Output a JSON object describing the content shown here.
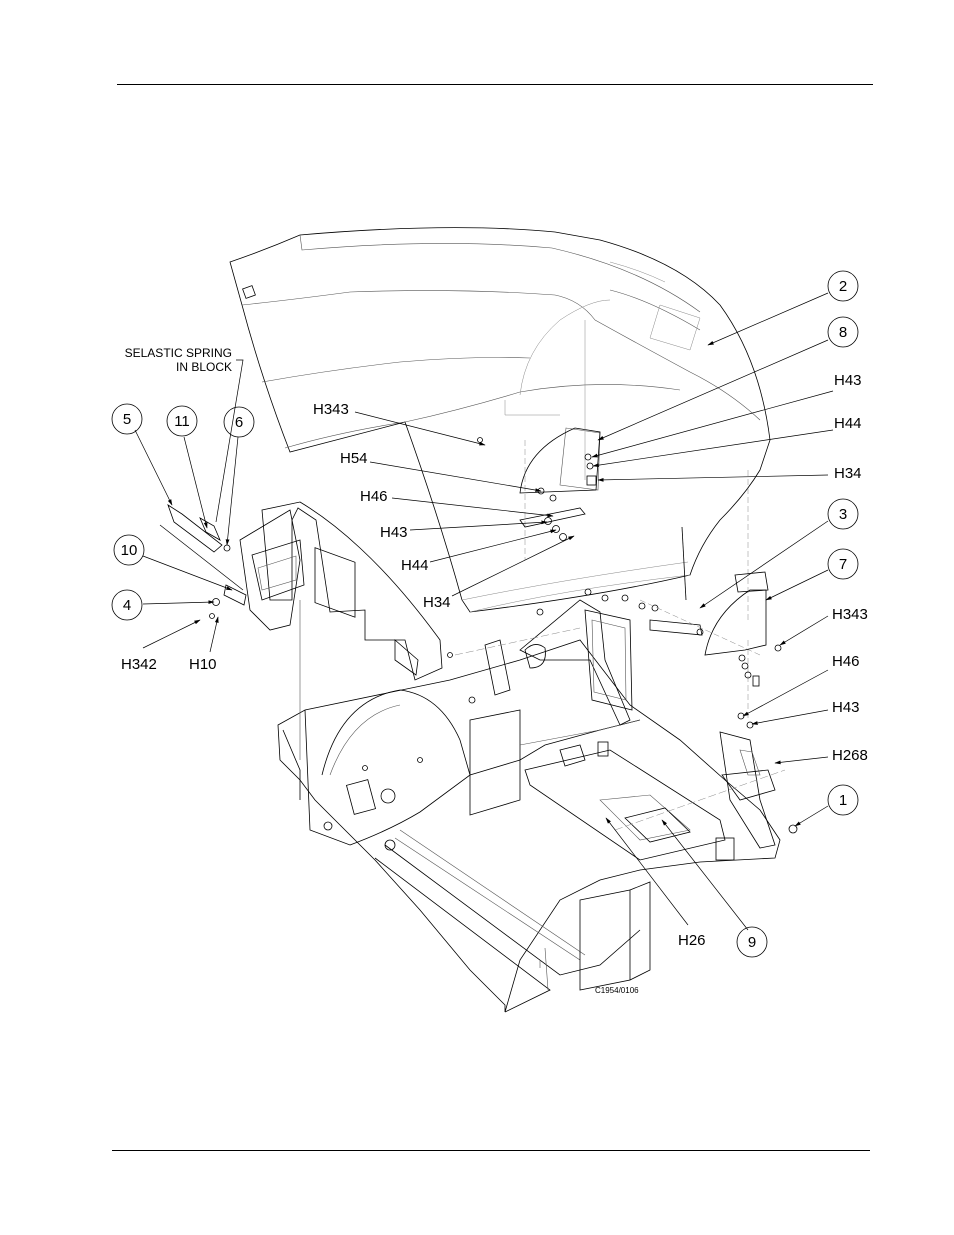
{
  "diagram": {
    "note_lines": [
      "SELASTIC SPRING",
      "IN BLOCK"
    ],
    "drawing_code": "C1954/0106",
    "callouts": [
      {
        "id": "c2",
        "text": "2",
        "circle": true
      },
      {
        "id": "c8",
        "text": "8",
        "circle": true
      },
      {
        "id": "cH43a",
        "text": "H43",
        "circle": false
      },
      {
        "id": "cH44a",
        "text": "H44",
        "circle": false
      },
      {
        "id": "cH34a",
        "text": "H34",
        "circle": false
      },
      {
        "id": "cH343a",
        "text": "H343",
        "circle": false
      },
      {
        "id": "cH54",
        "text": "H54",
        "circle": false
      },
      {
        "id": "cH46a",
        "text": "H46",
        "circle": false
      },
      {
        "id": "cH43b",
        "text": "H43",
        "circle": false
      },
      {
        "id": "cH44b",
        "text": "H44",
        "circle": false
      },
      {
        "id": "cH34b",
        "text": "H34",
        "circle": false
      },
      {
        "id": "c5",
        "text": "5",
        "circle": true
      },
      {
        "id": "c11",
        "text": "11",
        "circle": true
      },
      {
        "id": "c6",
        "text": "6",
        "circle": true
      },
      {
        "id": "c10",
        "text": "10",
        "circle": true
      },
      {
        "id": "c4",
        "text": "4",
        "circle": true
      },
      {
        "id": "cH342",
        "text": "H342",
        "circle": false
      },
      {
        "id": "cH10",
        "text": "H10",
        "circle": false
      },
      {
        "id": "c3",
        "text": "3",
        "circle": true
      },
      {
        "id": "c7",
        "text": "7",
        "circle": true
      },
      {
        "id": "cH343b",
        "text": "H343",
        "circle": false
      },
      {
        "id": "cH46b",
        "text": "H46",
        "circle": false
      },
      {
        "id": "cH43c",
        "text": "H43",
        "circle": false
      },
      {
        "id": "cH268",
        "text": "H268",
        "circle": false
      },
      {
        "id": "c1",
        "text": "1",
        "circle": true
      },
      {
        "id": "cH26",
        "text": "H26",
        "circle": false
      },
      {
        "id": "c9",
        "text": "9",
        "circle": true
      }
    ]
  }
}
